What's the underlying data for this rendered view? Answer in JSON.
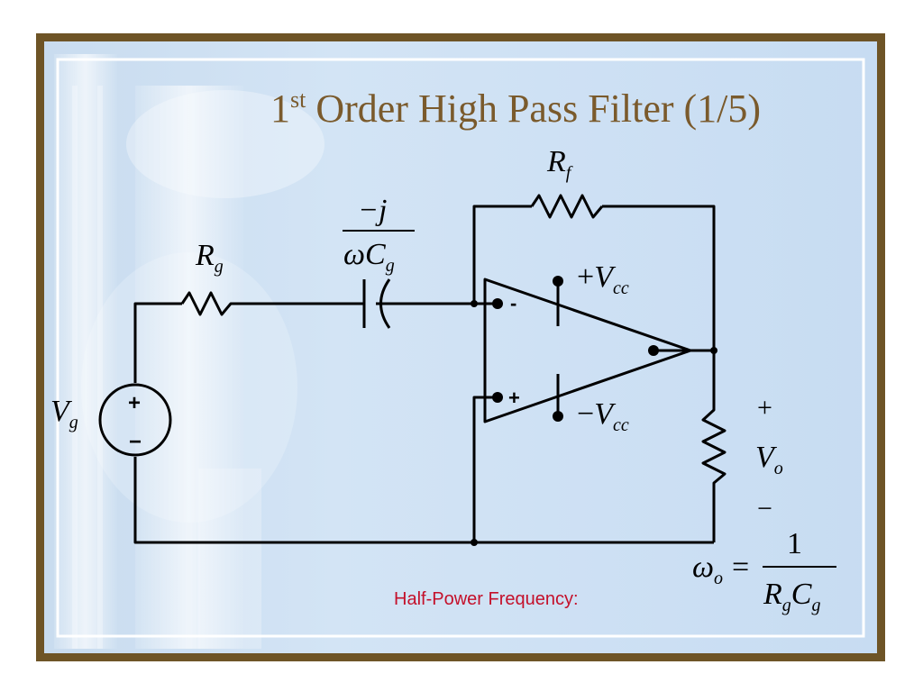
{
  "slide": {
    "title_main": "1",
    "title_sup": "st",
    "title_rest": " Order High Pass Filter (1/5)",
    "caption": "Half-Power Frequency:",
    "title_color": "#7a5a2c",
    "caption_color": "#c4102a",
    "frame_color": "#6e5426"
  },
  "labels": {
    "rf": {
      "main": "R",
      "sub": "f"
    },
    "rg": {
      "main": "R",
      "sub": "g"
    },
    "vg": {
      "main": "V",
      "sub": "g"
    },
    "cap_num": "−j",
    "cap_den": {
      "omega": "ω",
      "main": "C",
      "sub": "g"
    },
    "vcc_pos": {
      "sign": "+",
      "main": "V",
      "sub": "cc"
    },
    "vcc_neg": {
      "sign": "−",
      "main": "V",
      "sub": "cc"
    },
    "vo": {
      "main": "V",
      "sub": "o"
    },
    "vo_plus": "+",
    "vo_minus": "−",
    "src_plus": "+",
    "src_minus": "−",
    "op_minus": "-",
    "op_plus": "+"
  },
  "formula": {
    "omega": "ω",
    "sub": "o",
    "equals": "=",
    "numerator": "1",
    "den_r": "R",
    "den_r_sub": "g",
    "den_c": "C",
    "den_c_sub": "g"
  }
}
